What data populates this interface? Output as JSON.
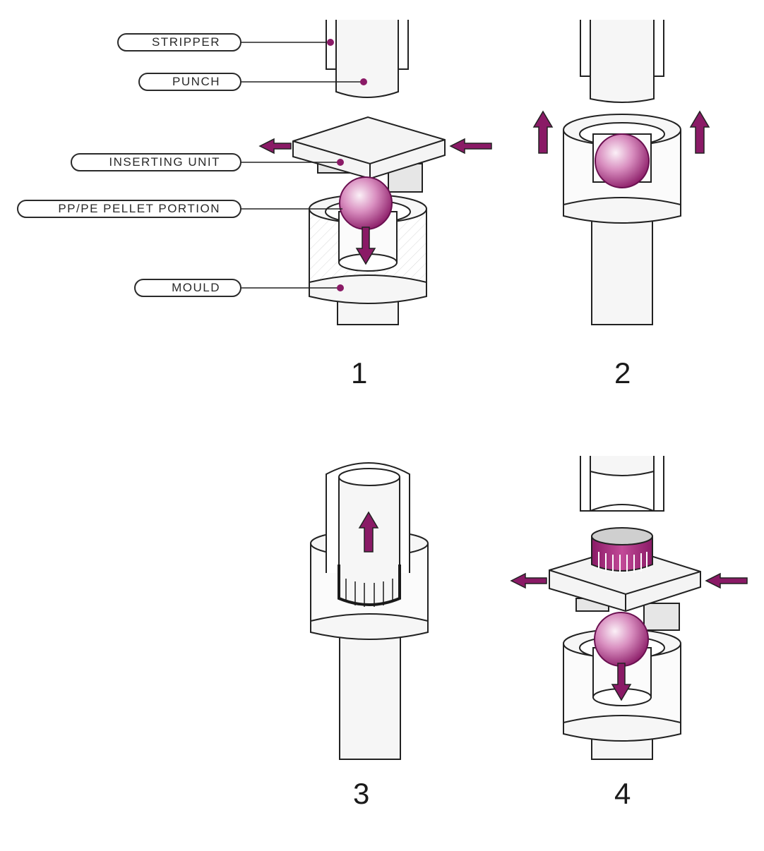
{
  "labels": {
    "stripper": "STRIPPER",
    "punch": "PUNCH",
    "inserting_unit": "INSERTING UNIT",
    "pellet": "PP/PE PELLET PORTION",
    "mould": "MOULD"
  },
  "steps": [
    "1",
    "2",
    "3",
    "4"
  ],
  "colors": {
    "accent": "#8a1a66",
    "pellet_light": "#f6e6f1",
    "outline": "#222222",
    "surface": "#f2f2f2"
  }
}
